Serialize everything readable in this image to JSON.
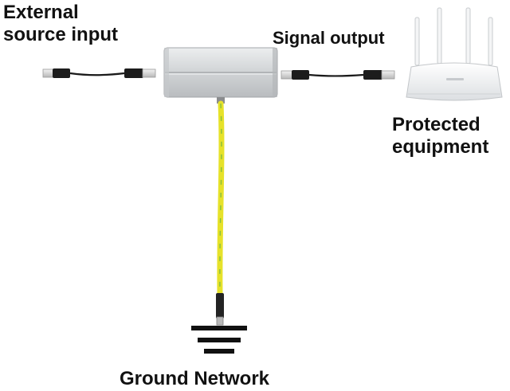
{
  "labels": {
    "external_source_input": "External source input",
    "signal_output": "Signal output",
    "protected_equipment": "Protected equipment",
    "ground_network": "Ground Network"
  },
  "icons": {
    "input_cable": "ethernet-cable-icon",
    "output_cable": "ethernet-cable-icon",
    "protector": "surge-protector-icon",
    "router": "wifi-router-icon",
    "ground_wire": "ground-wire-icon",
    "ground": "ground-symbol-icon"
  },
  "colors": {
    "ground_wire": "#e6e22a",
    "ground_wire_stripe": "#8bbf3c",
    "protector_body": "#d4d6d8",
    "cable": "#1a1a1a"
  }
}
